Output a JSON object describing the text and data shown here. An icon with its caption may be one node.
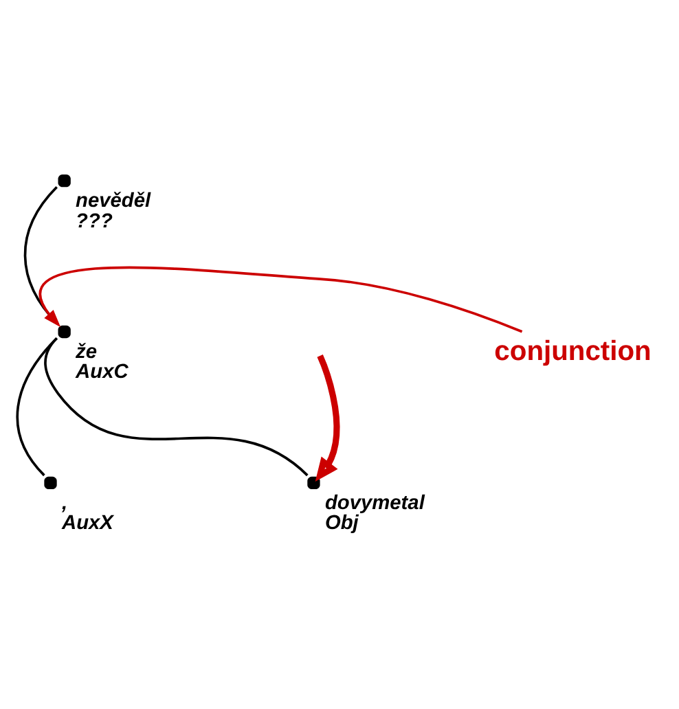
{
  "diagram": {
    "nodes": [
      {
        "text": [
          "nevěděl",
          "???"
        ]
      },
      {
        "text": [
          "že",
          "AuxC"
        ]
      },
      {
        "text": [
          ",",
          "AuxX"
        ]
      },
      {
        "text": [
          "dovymetal",
          "Obj"
        ]
      },
      {
        "text": [
          "conjunction"
        ]
      }
    ],
    "edges": [
      {
        "from": 0,
        "to": 1,
        "arrow": "none"
      },
      {
        "from": 1,
        "to": 2,
        "arrow": "none"
      },
      {
        "from": 1,
        "to": 3,
        "arrow": "none"
      },
      {
        "from": 4,
        "to": 1,
        "arrow": "to",
        "color": "#cc0000"
      },
      {
        "from": null,
        "to": 3,
        "arrow": "to",
        "style": "thick",
        "color": "#cc0000"
      }
    ]
  }
}
